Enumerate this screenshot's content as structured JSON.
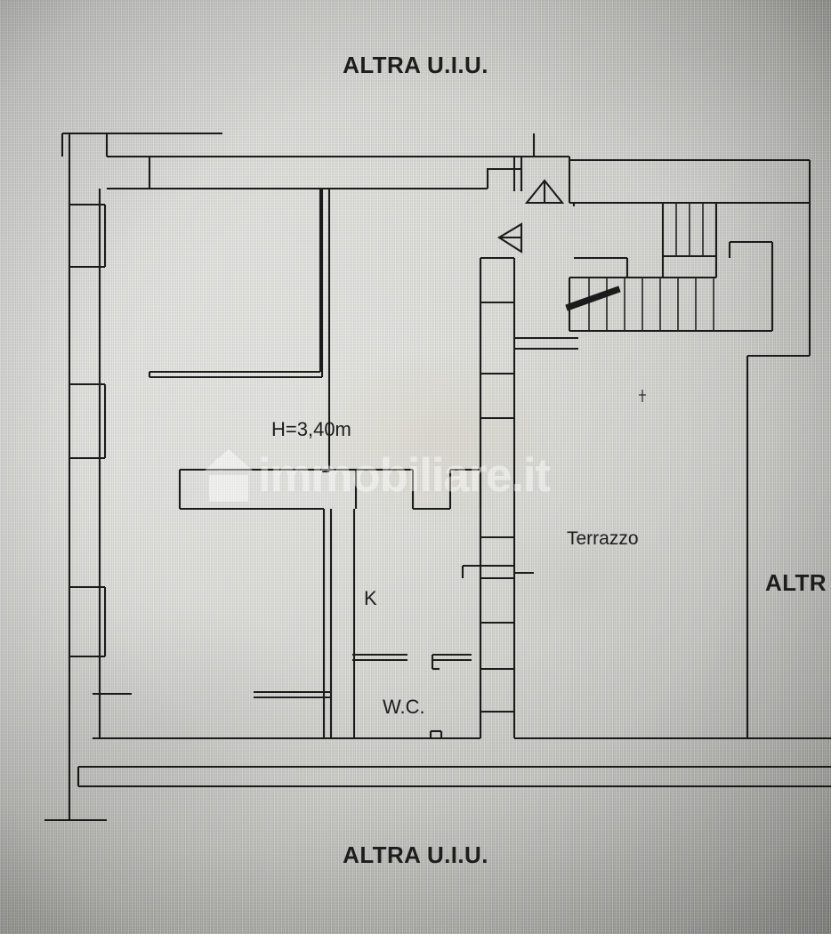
{
  "document": {
    "kind": "architectural-floor-plan",
    "medium": "photographed paper drawing"
  },
  "labels": {
    "top_neighbour": "ALTRA U.I.U.",
    "bottom_neighbour": "ALTRA U.I.U.",
    "right_neighbour": "ALTR",
    "ceiling_height": "H=3,40m",
    "terrace": "Terrazzo",
    "kitchen": "K",
    "bathroom": "W.C."
  },
  "watermark": {
    "text": "immobiliare.it",
    "logo": "house-icon"
  },
  "rooms": [
    {
      "name": "main-room",
      "label": "H=3,40m"
    },
    {
      "name": "kitchen",
      "label": "K"
    },
    {
      "name": "bathroom",
      "label": "W.C."
    },
    {
      "name": "terrace",
      "label": "Terrazzo"
    }
  ],
  "features": [
    {
      "name": "staircase-upper-flight",
      "treads": 5
    },
    {
      "name": "staircase-lower-flight",
      "treads": 9
    },
    {
      "name": "direction-arrow-up"
    },
    {
      "name": "direction-arrow-left"
    },
    {
      "name": "stair-direction-arrow"
    }
  ],
  "colors": {
    "ink": "#1b1b1b",
    "paper": "#dcdcd8",
    "watermark": "#ffffff"
  }
}
